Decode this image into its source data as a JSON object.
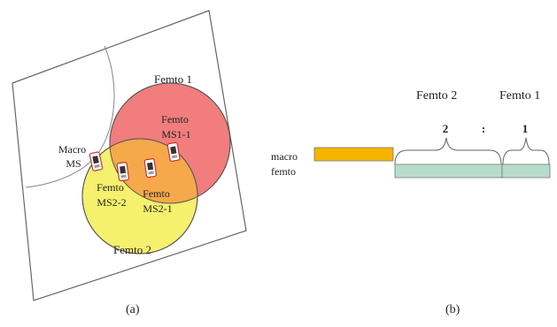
{
  "panel_a": {
    "caption": "(a)",
    "femto1_label": "Femto 1",
    "femto2_label": "Femto 2",
    "macro_ms": {
      "line1": "Macro",
      "line2": "MS"
    },
    "ms1_1": {
      "line1": "Femto",
      "line2": "MS1-1"
    },
    "ms2_2": {
      "line1": "Femto",
      "line2": "MS2-2"
    },
    "ms2_1": {
      "line1": "Femto",
      "line2": "MS2-1"
    },
    "femto1_color": "#ee6666",
    "femto2_color": "#f4ef66",
    "overlap_color": "#f5a94a",
    "device_icon": "mobile-phone-icon"
  },
  "panel_b": {
    "caption": "(b)",
    "femto2_label": "Femto 2",
    "femto1_label": "Femto 1",
    "ratio_left": "2",
    "ratio_sep": ":",
    "ratio_right": "1",
    "macro_row_label": "macro",
    "femto_row_label": "femto",
    "macro_color": "#f5b400",
    "femto_color": "#b7dccc"
  }
}
